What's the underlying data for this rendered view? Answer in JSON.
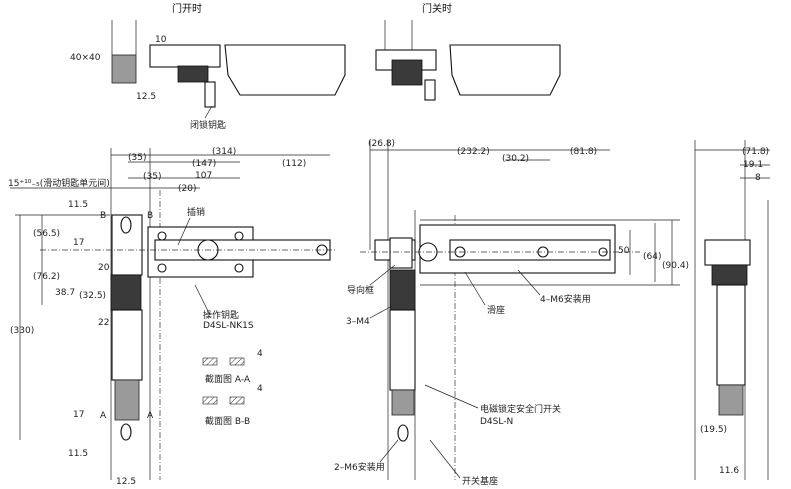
{
  "titles": {
    "door_open": "门开时",
    "door_closed": "门关时"
  },
  "top_view": {
    "frame_size": "40×40",
    "dim_10": "10",
    "dim_12_5": "12.5",
    "lock_key": "闭锁钥匙"
  },
  "front_view": {
    "dim_314": "(314)",
    "dim_35a": "(35)",
    "dim_147": "(147)",
    "dim_112": "(112)",
    "dim_35b": "(35)",
    "dim_107": "107",
    "dim_20": "(20)",
    "tolerance_label": "15⁺¹⁰₋₅(滑动钥匙单元间)",
    "dim_11_5_top": "11.5",
    "mark_b_left": "B",
    "mark_b_right": "B",
    "pin_label": "插销",
    "dim_56_5": "(56.5)",
    "dim_17_top": "17",
    "dim_20b": "20",
    "dim_76_2": "(76.2)",
    "dim_38_7": "38.7",
    "dim_32_5": "(32.5)",
    "dim_22": "22",
    "dim_330": "(330)",
    "operating_key": "操作钥匙",
    "operating_key_model": "D4SL-NK1S",
    "section_aa": "截面图 A-A",
    "section_bb": "截面图 B-B",
    "section_dim_4a": "4",
    "section_dim_4b": "4",
    "dim_17_bottom": "17",
    "mark_a_left": "A",
    "mark_a_right": "A",
    "dim_11_5_bottom": "11.5",
    "dim_12_5_bottom": "12.5"
  },
  "closed_view": {
    "dim_26_8": "(26.8)",
    "dim_232_2": "(232.2)",
    "dim_30_2": "(30.2)",
    "dim_81_8": "(81.8)",
    "dim_50": "50",
    "dim_64": "(64)",
    "dim_90_4": "(90.4)",
    "guide_frame": "导向框",
    "slide_base": "滑座",
    "mount_4_m6": "4–M6安装用",
    "screw_3_m4": "3–M4",
    "switch_name": "电磁锁定安全门开关",
    "switch_model": "D4SL-N",
    "mount_2_m6": "2–M6安装用",
    "switch_base": "开关基座"
  },
  "side_view": {
    "dim_71_8": "(71.8)",
    "dim_19_1": "19.1",
    "dim_8": "8",
    "dim_19_5": "(19.5)",
    "dim_11_6": "11.6"
  }
}
